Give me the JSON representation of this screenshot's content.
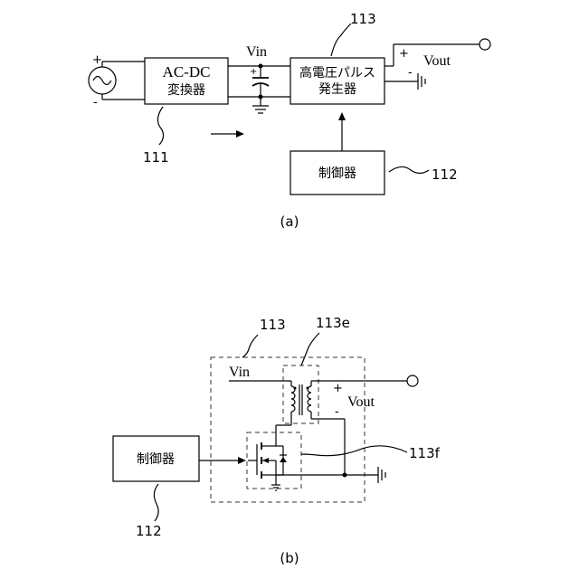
{
  "figure_a": {
    "converter_line1": "AC-DC",
    "converter_line2": "変換器",
    "generator_line1": "高電圧パルス",
    "generator_line2": "発生器",
    "controller": "制御器",
    "vin": "Vin",
    "vout": "Vout",
    "plus": "+",
    "minus": "-",
    "ref_converter": "111",
    "ref_controller": "112",
    "ref_generator": "113",
    "caption": "(a)"
  },
  "figure_b": {
    "controller": "制御器",
    "vin": "Vin",
    "vout": "Vout",
    "plus": "+",
    "minus": "-",
    "ref_controller": "112",
    "ref_generator": "113",
    "ref_transformer": "113e",
    "ref_switch": "113f",
    "caption": "(b)"
  }
}
